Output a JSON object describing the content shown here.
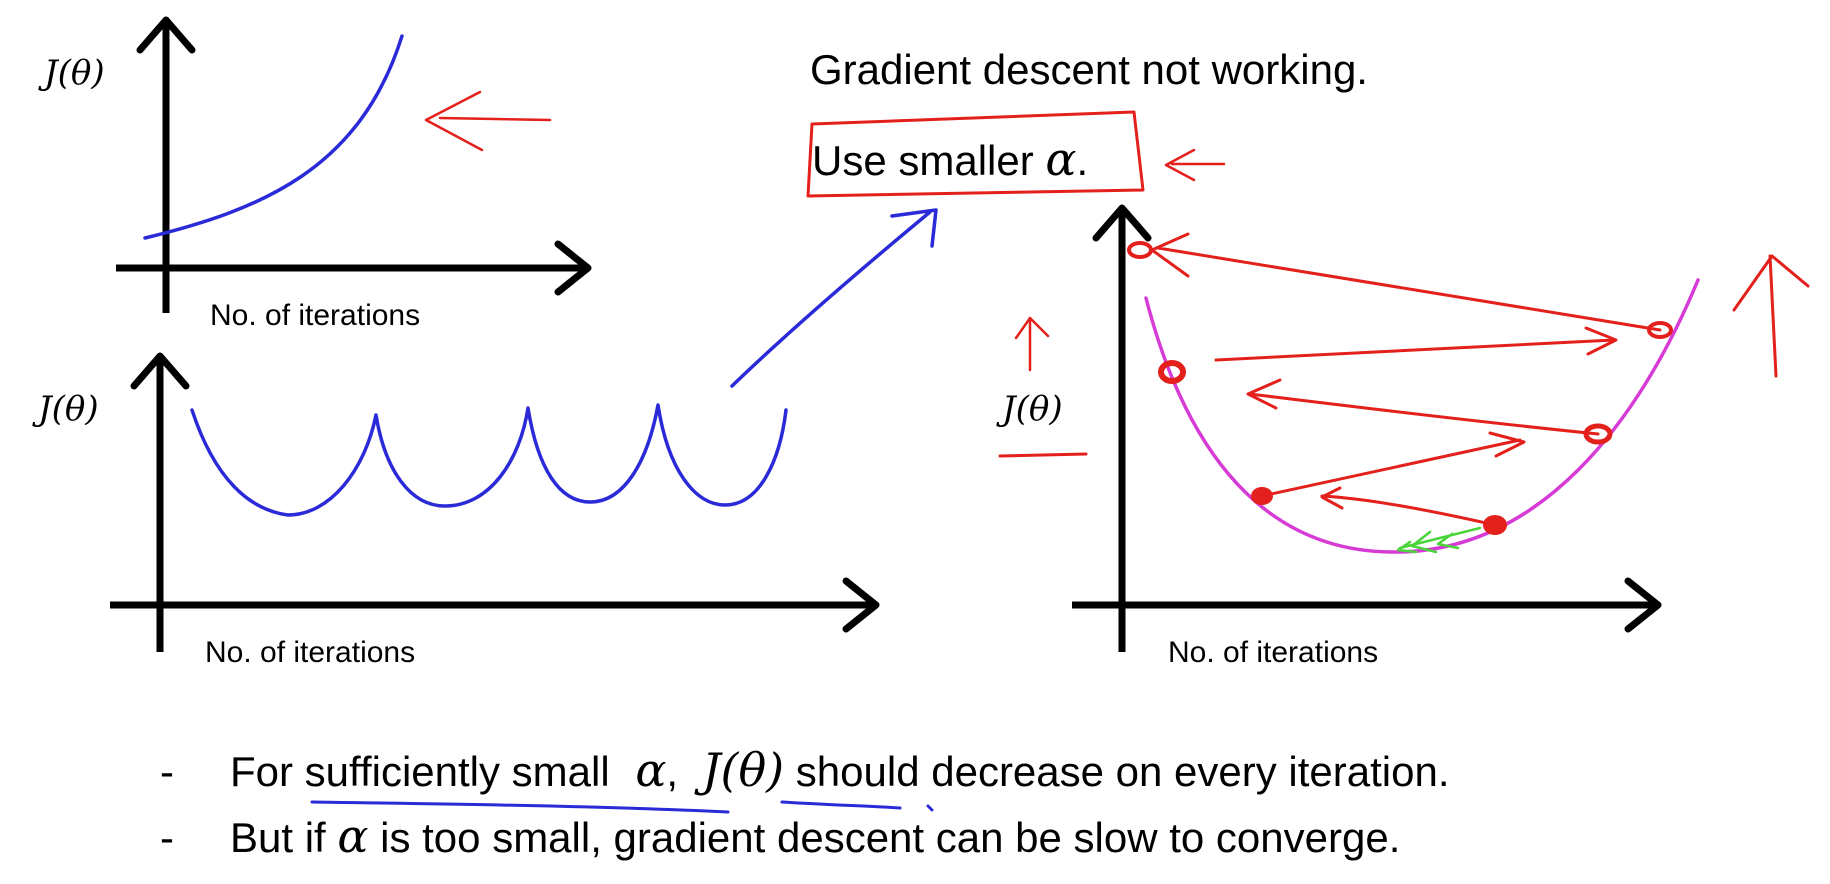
{
  "top_left_plot": {
    "ylabel": "J(θ)",
    "xlabel": "No. of iterations"
  },
  "bottom_left_plot": {
    "ylabel": "J(θ)",
    "xlabel": "No. of iterations"
  },
  "right_plot": {
    "ylabel": "J(θ)",
    "xlabel": "No. of iterations"
  },
  "headline": "Gradient descent not working.",
  "advice": {
    "text": "Use smaller ",
    "symbol": "α",
    "period": "."
  },
  "bullets": [
    {
      "dash": "-",
      "prefix": "For ",
      "underlined": "sufficiently small",
      "alpha": "α",
      "comma": ",",
      "math": "J(θ)",
      "suffix": " should decrease on every iteration."
    },
    {
      "dash": "-",
      "prefix": "But if ",
      "alpha": "α",
      "suffix": " is too small, gradient descent can be slow to converge."
    }
  ],
  "colors": {
    "curve_blue": "#2a2ad8",
    "annotation_red": "#e3201b",
    "bowl_magenta": "#d63bd6",
    "step_green": "#49d53a",
    "axis_black": "#000000"
  }
}
